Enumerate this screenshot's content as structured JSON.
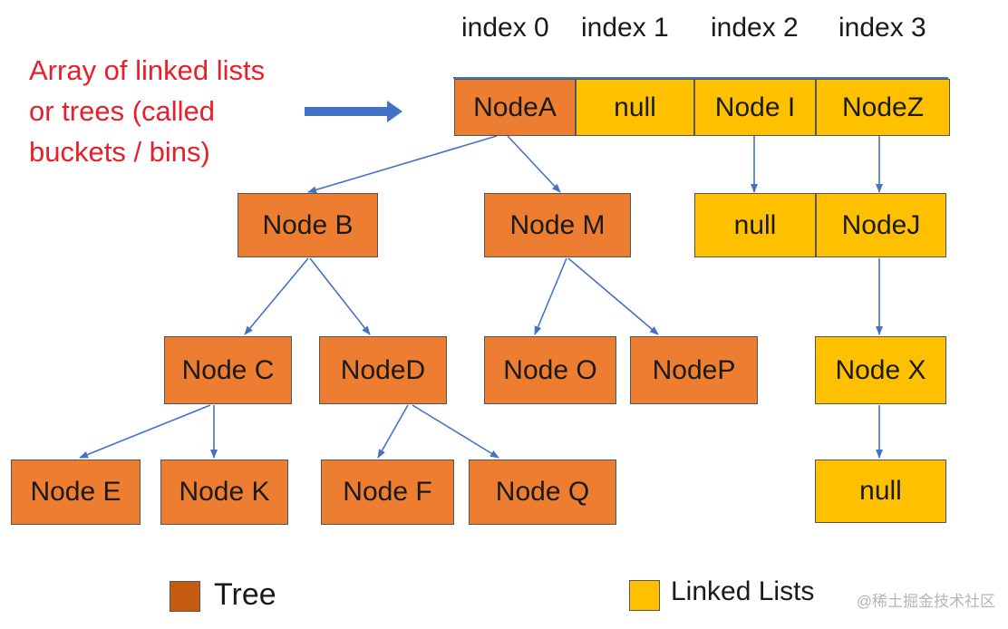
{
  "index_labels": [
    "index 0",
    "index 1",
    "index 2",
    "index 3"
  ],
  "caption": [
    "Array of linked lists",
    "or trees (called",
    "buckets / bins)"
  ],
  "array_cells": [
    "NodeA",
    "null",
    "Node I",
    "NodeZ"
  ],
  "tree_nodes": {
    "b": "Node B",
    "m": "Node M",
    "c": "Node C",
    "d": "NodeD",
    "o": "Node O",
    "p": "NodeP",
    "e": "Node E",
    "k": "Node K",
    "f": "Node F",
    "q": "Node Q"
  },
  "list_nodes": {
    "null_a": "null",
    "j": "NodeJ",
    "x": "Node X",
    "null_b": "null"
  },
  "legend": {
    "tree": "Tree",
    "linked_lists": "Linked Lists"
  },
  "colors": {
    "tree": "#ed7d31",
    "linked_list": "#ffc000",
    "edge": "#4472c4",
    "caption": "#e8202a"
  },
  "watermark": "@稀土掘金技术社区"
}
